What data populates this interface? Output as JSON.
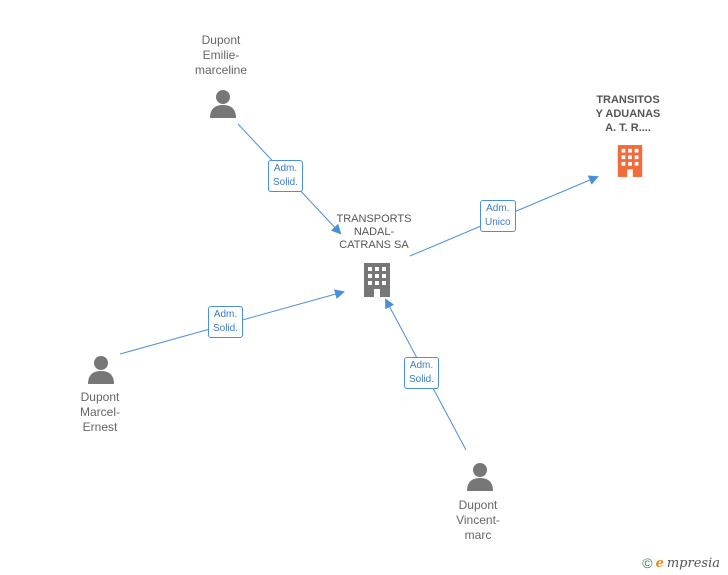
{
  "nodes": {
    "emilie": {
      "lines": [
        "Dupont",
        "Emilie-",
        "marceline"
      ],
      "type": "person"
    },
    "marcel": {
      "lines": [
        "Dupont",
        "Marcel-",
        "Ernest"
      ],
      "type": "person"
    },
    "vincent": {
      "lines": [
        "Dupont",
        "Vincent-",
        "marc"
      ],
      "type": "person"
    },
    "transports": {
      "lines": [
        "TRANSPORTS",
        "NADAL-",
        "CATRANS SA"
      ],
      "type": "company"
    },
    "transitos": {
      "lines": [
        "TRANSITOS",
        "Y ADUANAS",
        "A.  T. R...."
      ],
      "type": "company"
    }
  },
  "edges": {
    "emilie_transports": {
      "lines": [
        "Adm.",
        "Solid."
      ]
    },
    "marcel_transports": {
      "lines": [
        "Adm.",
        "Solid."
      ]
    },
    "vincent_transports": {
      "lines": [
        "Adm.",
        "Solid."
      ]
    },
    "transports_transitos": {
      "lines": [
        "Adm.",
        "Unico"
      ]
    }
  },
  "colors": {
    "edge": "#4a90d9",
    "person": "#777777",
    "company": "#777777",
    "highlight_company": "#f26b3a"
  },
  "footer": {
    "copyright": "©",
    "brand_initial": "e",
    "brand_rest": "mpresia"
  }
}
